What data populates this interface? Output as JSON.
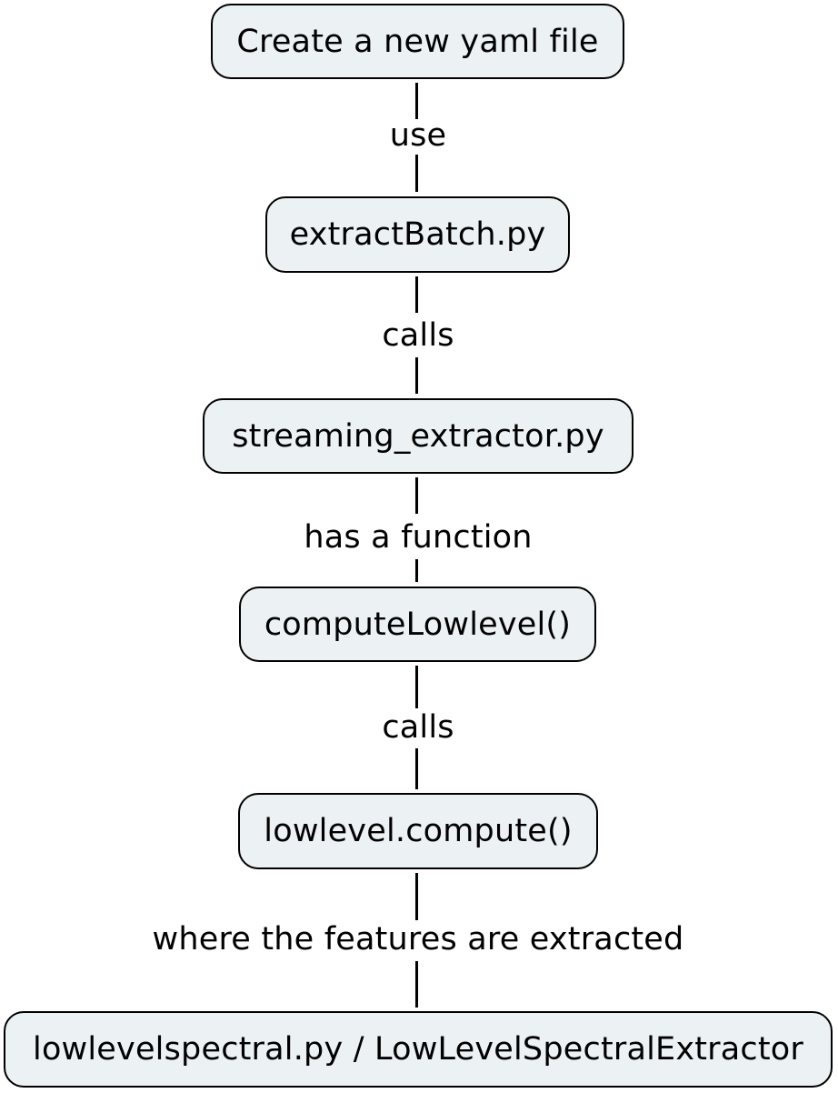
{
  "nodes": {
    "yaml": "Create a new yaml file",
    "extract_batch": "extractBatch.py",
    "streaming_extractor": "streaming_extractor.py",
    "compute_lowlevel": "computeLowlevel()",
    "lowlevel_compute": "lowlevel.compute()",
    "lowlevel_spectral": "lowlevelspectral.py / LowLevelSpectralExtractor"
  },
  "edges": {
    "use": "use",
    "calls_1": "calls",
    "has_function": "has a function",
    "calls_2": "calls",
    "features_extracted": "where the features are extracted"
  }
}
